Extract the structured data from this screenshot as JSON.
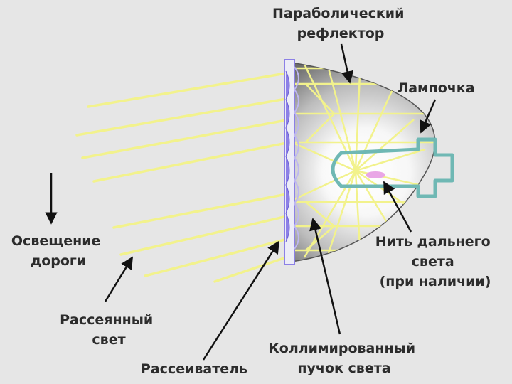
{
  "labels": {
    "reflector": [
      "Параболический",
      "рефлектор"
    ],
    "bulb": [
      "Лампочка"
    ],
    "high_beam": [
      "Нить дальнего",
      "света",
      "(при наличии)"
    ],
    "road": [
      "Освещение",
      "дороги"
    ],
    "scattered": [
      "Рассеянный",
      "свет"
    ],
    "diffuser": [
      "Рассеиватель"
    ],
    "collimated": [
      "Коллимированный",
      "пучок света"
    ]
  },
  "colors": {
    "background": "#e6e6e6",
    "ray": "#f2f28c",
    "arrow": "#111111",
    "diffuser": "#8c80e6",
    "bulb_outline": "#6fb8b4",
    "filament": "#e9a6e6",
    "label": "#2c2c2c"
  }
}
